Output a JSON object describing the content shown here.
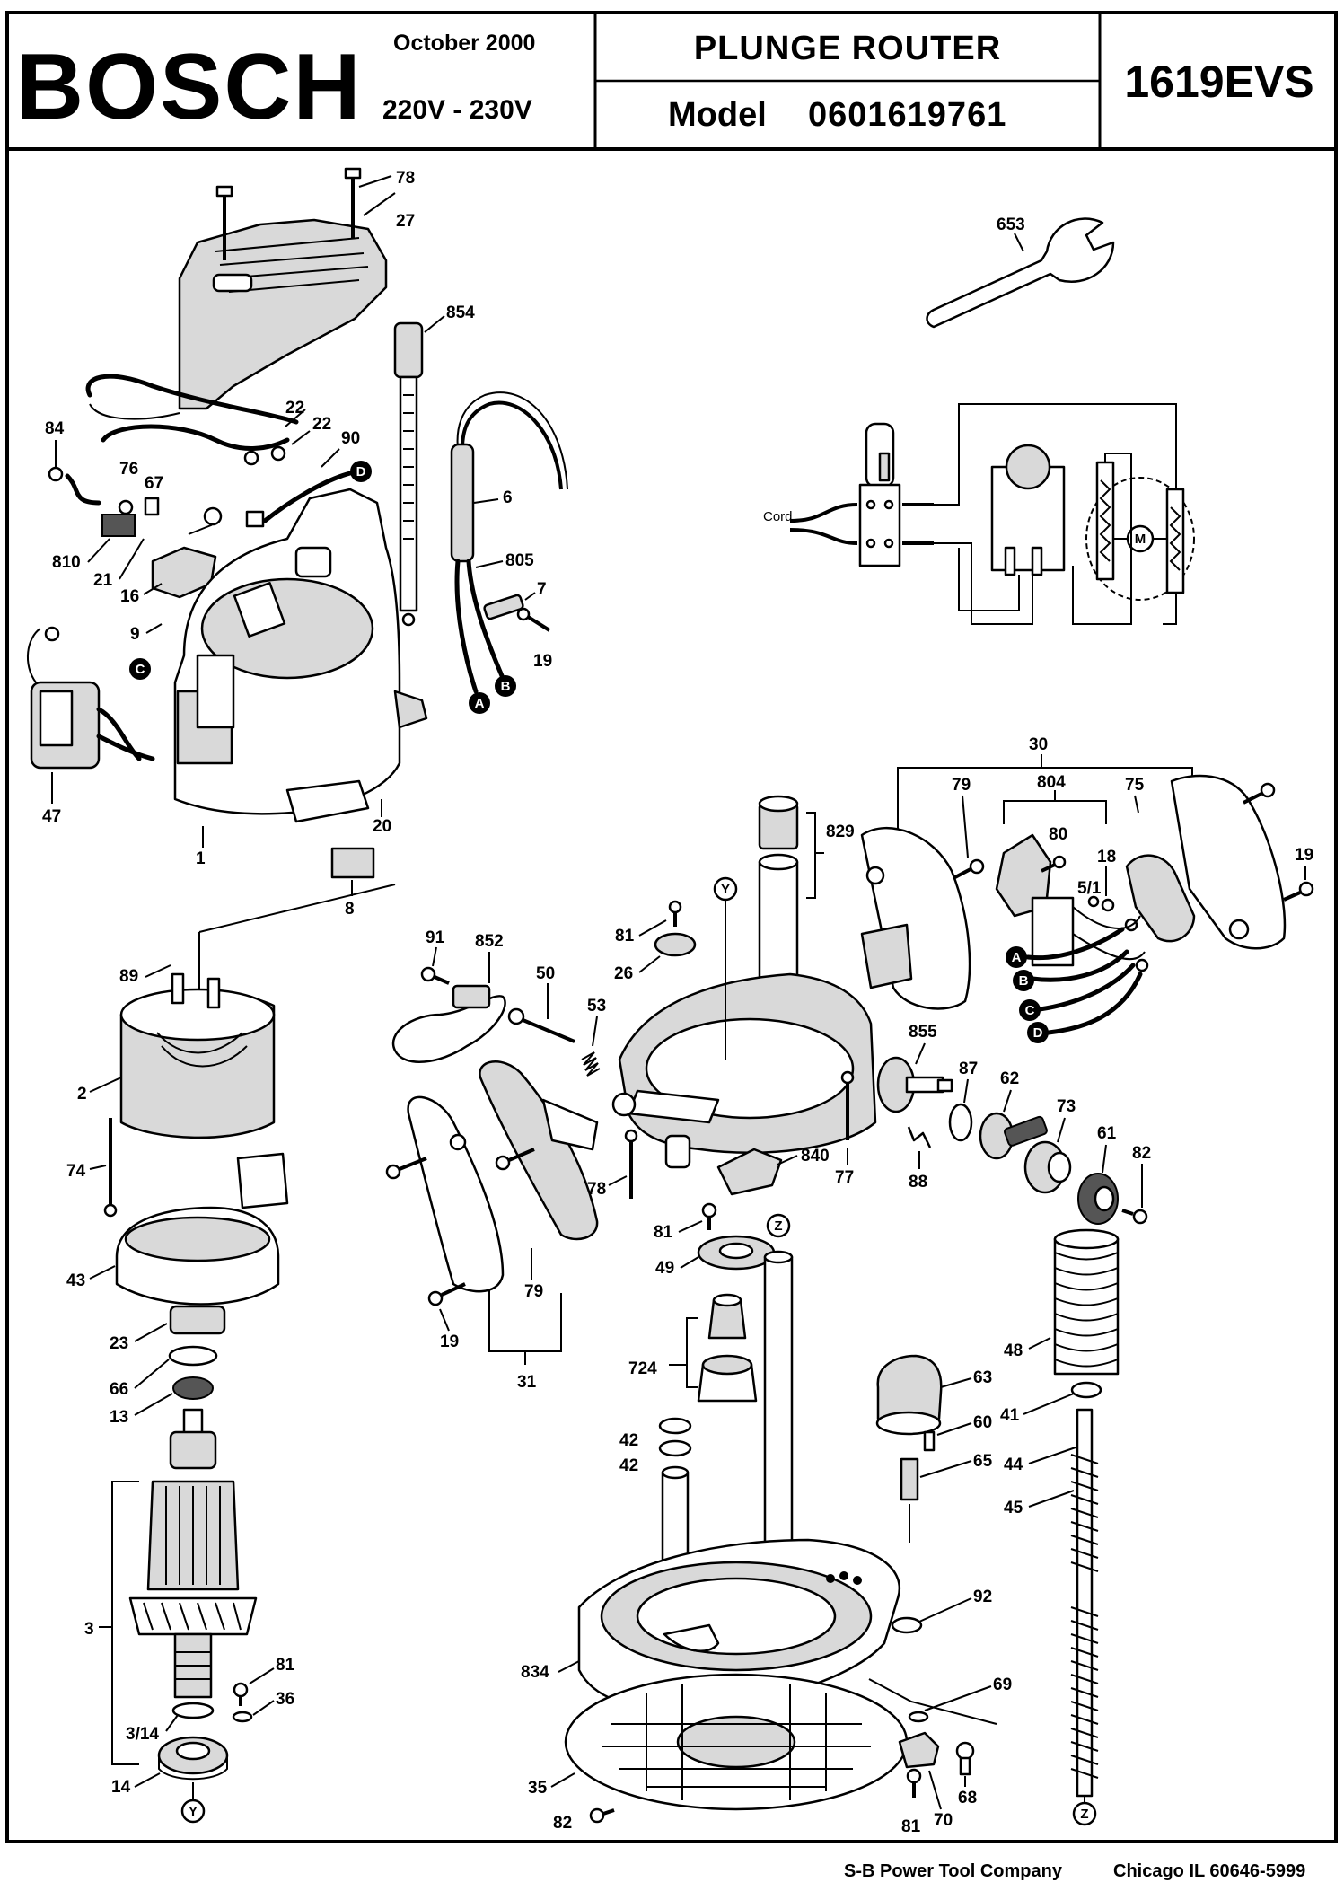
{
  "header": {
    "brand": "BOSCH",
    "date": "October 2000",
    "voltage": "220V - 230V",
    "product": "PLUNGE ROUTER",
    "model_label": "Model",
    "model_number": "0601619761",
    "model_code": "1619EVS"
  },
  "footer": {
    "company": "S-B Power Tool Company",
    "address": "Chicago IL 60646-5999"
  },
  "wiring": {
    "cord_label": "Cord",
    "motor_label": "M"
  },
  "connectors": {
    "A": "A",
    "B": "B",
    "C": "C",
    "D": "D",
    "Y": "Y",
    "Z": "Z"
  },
  "parts": {
    "p78": "78",
    "p27": "27",
    "p854": "854",
    "p653": "653",
    "p84": "84",
    "p22a": "22",
    "p22b": "22",
    "p90": "90",
    "p76": "76",
    "p67": "67",
    "p810": "810",
    "p21": "21",
    "p16": "16",
    "p6": "6",
    "p805": "805",
    "p7": "7",
    "p19a": "19",
    "p9": "9",
    "p47": "47",
    "p1": "1",
    "p20": "20",
    "p8": "8",
    "p30": "30",
    "p79a": "79",
    "p804": "804",
    "p75": "75",
    "p19b": "19",
    "p80": "80",
    "p18": "18",
    "p5_1": "5/1",
    "p829": "829",
    "p91": "91",
    "p852": "852",
    "p50": "50",
    "p53": "53",
    "p81a": "81",
    "p26": "26",
    "p855": "855",
    "p87": "87",
    "p62": "62",
    "p73": "73",
    "p61": "61",
    "p82a": "82",
    "p88": "88",
    "p77": "77",
    "p840": "840",
    "p78b": "78",
    "p81b": "81",
    "p49": "49",
    "p79b": "79",
    "p19c": "19",
    "p31": "31",
    "p89": "89",
    "p2": "2",
    "p74": "74",
    "p43": "43",
    "p23": "23",
    "p66": "66",
    "p13": "13",
    "p3": "3",
    "p81c": "81",
    "p36": "36",
    "p3_14": "3/14",
    "p14": "14",
    "p724": "724",
    "p42a": "42",
    "p42b": "42",
    "p63": "63",
    "p60": "60",
    "p65": "65",
    "p48": "48",
    "p41": "41",
    "p44": "44",
    "p45": "45",
    "p92": "92",
    "p834": "834",
    "p69": "69",
    "p35": "35",
    "p82b": "82",
    "p81d": "81",
    "p70": "70",
    "p68": "68"
  }
}
